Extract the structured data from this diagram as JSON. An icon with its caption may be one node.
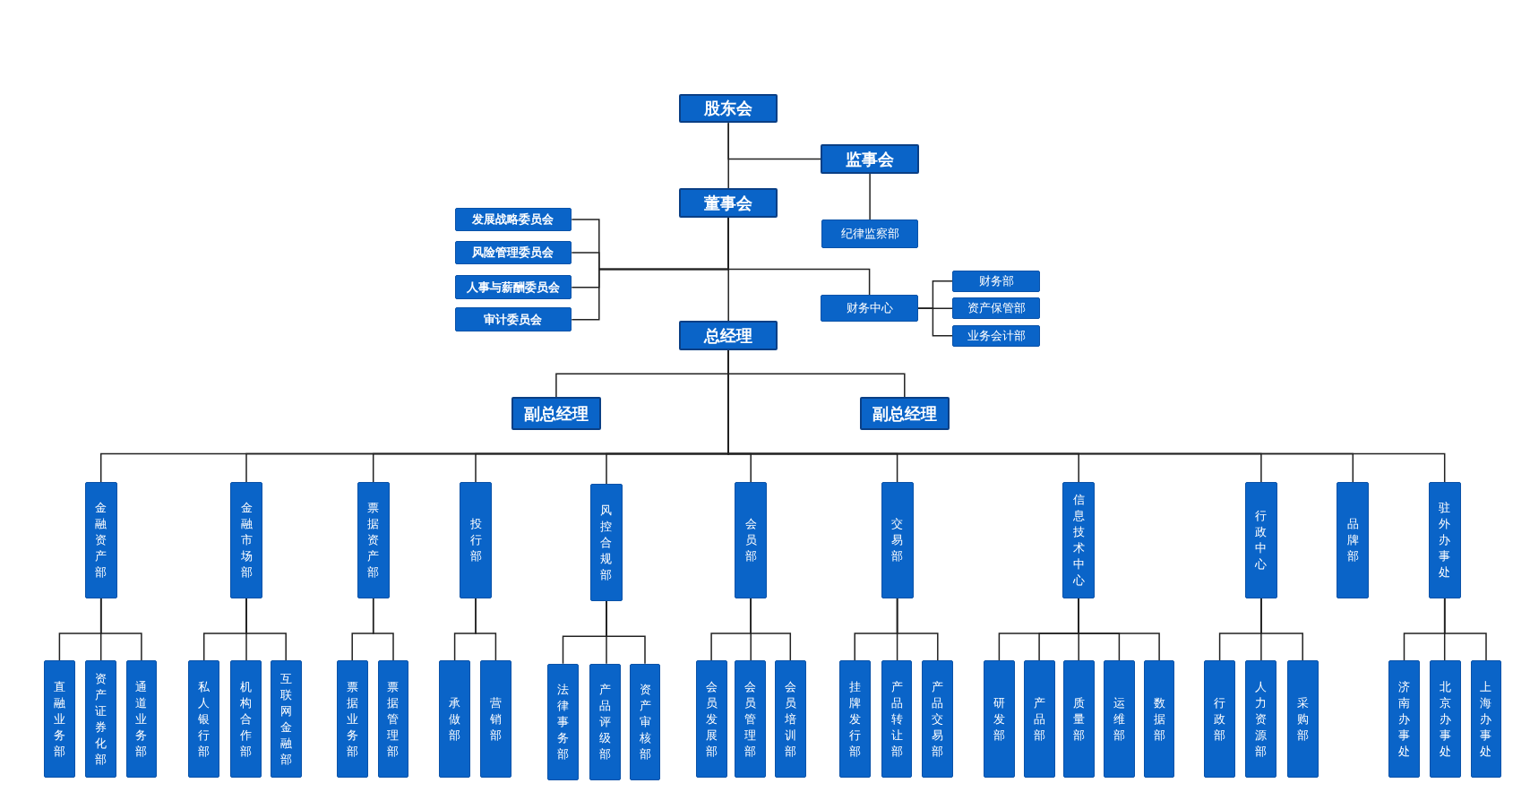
{
  "diagram": {
    "nodes": [
      {
        "text": [
          "股东会"
        ]
      },
      {
        "text": [
          "监事会"
        ]
      },
      {
        "text": [
          "董事会"
        ]
      },
      {
        "text": [
          "纪律监察部"
        ]
      },
      {
        "text": [
          "发展战略委员会"
        ]
      },
      {
        "text": [
          "风险管理委员会"
        ]
      },
      {
        "text": [
          "人事与薪酬委员会"
        ]
      },
      {
        "text": [
          "审计委员会"
        ]
      },
      {
        "text": [
          "财务中心"
        ]
      },
      {
        "text": [
          "财务部"
        ]
      },
      {
        "text": [
          "资产保管部"
        ]
      },
      {
        "text": [
          "业务会计部"
        ]
      },
      {
        "text": [
          "总经理"
        ]
      },
      {
        "text": [
          "副总经理"
        ]
      },
      {
        "text": [
          "副总经理"
        ]
      },
      {
        "text": [
          "金融资产部"
        ]
      },
      {
        "text": [
          "金融市场部"
        ]
      },
      {
        "text": [
          "票据资产部"
        ]
      },
      {
        "text": [
          "投行部"
        ]
      },
      {
        "text": [
          "风控合规部"
        ]
      },
      {
        "text": [
          "会员部"
        ]
      },
      {
        "text": [
          "交易部"
        ]
      },
      {
        "text": [
          "信息技术中心"
        ]
      },
      {
        "text": [
          "行政中心"
        ]
      },
      {
        "text": [
          "品牌部"
        ]
      },
      {
        "text": [
          "驻外办事处"
        ]
      },
      {
        "text": [
          "直融业务部"
        ]
      },
      {
        "text": [
          "资产证券化部"
        ]
      },
      {
        "text": [
          "通道业务部"
        ]
      },
      {
        "text": [
          "私人银行部"
        ]
      },
      {
        "text": [
          "机构合作部"
        ]
      },
      {
        "text": [
          "互联网金融部"
        ]
      },
      {
        "text": [
          "票据业务部"
        ]
      },
      {
        "text": [
          "票据管理部"
        ]
      },
      {
        "text": [
          "承做部"
        ]
      },
      {
        "text": [
          "营销部"
        ]
      },
      {
        "text": [
          "法律事务部"
        ]
      },
      {
        "text": [
          "产品评级部"
        ]
      },
      {
        "text": [
          "资产审核部"
        ]
      },
      {
        "text": [
          "会员发展部"
        ]
      },
      {
        "text": [
          "会员管理部"
        ]
      },
      {
        "text": [
          "会员培训部"
        ]
      },
      {
        "text": [
          "挂牌发行部"
        ]
      },
      {
        "text": [
          "产品转让部"
        ]
      },
      {
        "text": [
          "产品交易部"
        ]
      },
      {
        "text": [
          "研发部"
        ]
      },
      {
        "text": [
          "产品部"
        ]
      },
      {
        "text": [
          "质量部"
        ]
      },
      {
        "text": [
          "运维部"
        ]
      },
      {
        "text": [
          "数据部"
        ]
      },
      {
        "text": [
          "行政部"
        ]
      },
      {
        "text": [
          "人力资源部"
        ]
      },
      {
        "text": [
          "采购部"
        ]
      },
      {
        "text": [
          "济南办事处"
        ]
      },
      {
        "text": [
          "北京办事处"
        ]
      },
      {
        "text": [
          "上海办事处"
        ]
      }
    ],
    "edges": [
      {
        "from": 0,
        "to": 1,
        "arrow": "none"
      },
      {
        "from": 0,
        "to": 2,
        "arrow": "none"
      },
      {
        "from": 1,
        "to": 3,
        "arrow": "none"
      },
      {
        "from": 2,
        "to": 4,
        "arrow": "none"
      },
      {
        "from": 2,
        "to": 5,
        "arrow": "none"
      },
      {
        "from": 2,
        "to": 6,
        "arrow": "none"
      },
      {
        "from": 2,
        "to": 7,
        "arrow": "none"
      },
      {
        "from": 2,
        "to": 8,
        "arrow": "none"
      },
      {
        "from": 8,
        "to": 9,
        "arrow": "none"
      },
      {
        "from": 8,
        "to": 10,
        "arrow": "none"
      },
      {
        "from": 8,
        "to": 11,
        "arrow": "none"
      },
      {
        "from": 2,
        "to": 12,
        "arrow": "none"
      },
      {
        "from": 12,
        "to": 13,
        "arrow": "none"
      },
      {
        "from": 12,
        "to": 14,
        "arrow": "none"
      },
      {
        "from": 12,
        "to": 15,
        "arrow": "none"
      },
      {
        "from": 12,
        "to": 16,
        "arrow": "none"
      },
      {
        "from": 12,
        "to": 17,
        "arrow": "none"
      },
      {
        "from": 12,
        "to": 18,
        "arrow": "none"
      },
      {
        "from": 12,
        "to": 19,
        "arrow": "none"
      },
      {
        "from": 12,
        "to": 20,
        "arrow": "none"
      },
      {
        "from": 12,
        "to": 21,
        "arrow": "none"
      },
      {
        "from": 12,
        "to": 22,
        "arrow": "none"
      },
      {
        "from": 12,
        "to": 23,
        "arrow": "none"
      },
      {
        "from": 12,
        "to": 24,
        "arrow": "none"
      },
      {
        "from": 12,
        "to": 25,
        "arrow": "none"
      },
      {
        "from": 15,
        "to": 26,
        "arrow": "none"
      },
      {
        "from": 15,
        "to": 27,
        "arrow": "none"
      },
      {
        "from": 15,
        "to": 28,
        "arrow": "none"
      },
      {
        "from": 16,
        "to": 29,
        "arrow": "none"
      },
      {
        "from": 16,
        "to": 30,
        "arrow": "none"
      },
      {
        "from": 16,
        "to": 31,
        "arrow": "none"
      },
      {
        "from": 17,
        "to": 32,
        "arrow": "none"
      },
      {
        "from": 17,
        "to": 33,
        "arrow": "none"
      },
      {
        "from": 18,
        "to": 34,
        "arrow": "none"
      },
      {
        "from": 18,
        "to": 35,
        "arrow": "none"
      },
      {
        "from": 19,
        "to": 36,
        "arrow": "none"
      },
      {
        "from": 19,
        "to": 37,
        "arrow": "none"
      },
      {
        "from": 19,
        "to": 38,
        "arrow": "none"
      },
      {
        "from": 20,
        "to": 39,
        "arrow": "none"
      },
      {
        "from": 20,
        "to": 40,
        "arrow": "none"
      },
      {
        "from": 20,
        "to": 41,
        "arrow": "none"
      },
      {
        "from": 21,
        "to": 42,
        "arrow": "none"
      },
      {
        "from": 21,
        "to": 43,
        "arrow": "none"
      },
      {
        "from": 21,
        "to": 44,
        "arrow": "none"
      },
      {
        "from": 22,
        "to": 45,
        "arrow": "none"
      },
      {
        "from": 22,
        "to": 46,
        "arrow": "none"
      },
      {
        "from": 22,
        "to": 47,
        "arrow": "none"
      },
      {
        "from": 22,
        "to": 48,
        "arrow": "none"
      },
      {
        "from": 22,
        "to": 49,
        "arrow": "none"
      },
      {
        "from": 23,
        "to": 50,
        "arrow": "none"
      },
      {
        "from": 23,
        "to": 51,
        "arrow": "none"
      },
      {
        "from": 23,
        "to": 52,
        "arrow": "none"
      },
      {
        "from": 25,
        "to": 53,
        "arrow": "none"
      },
      {
        "from": 25,
        "to": 54,
        "arrow": "none"
      },
      {
        "from": 25,
        "to": 55,
        "arrow": "none"
      }
    ]
  }
}
